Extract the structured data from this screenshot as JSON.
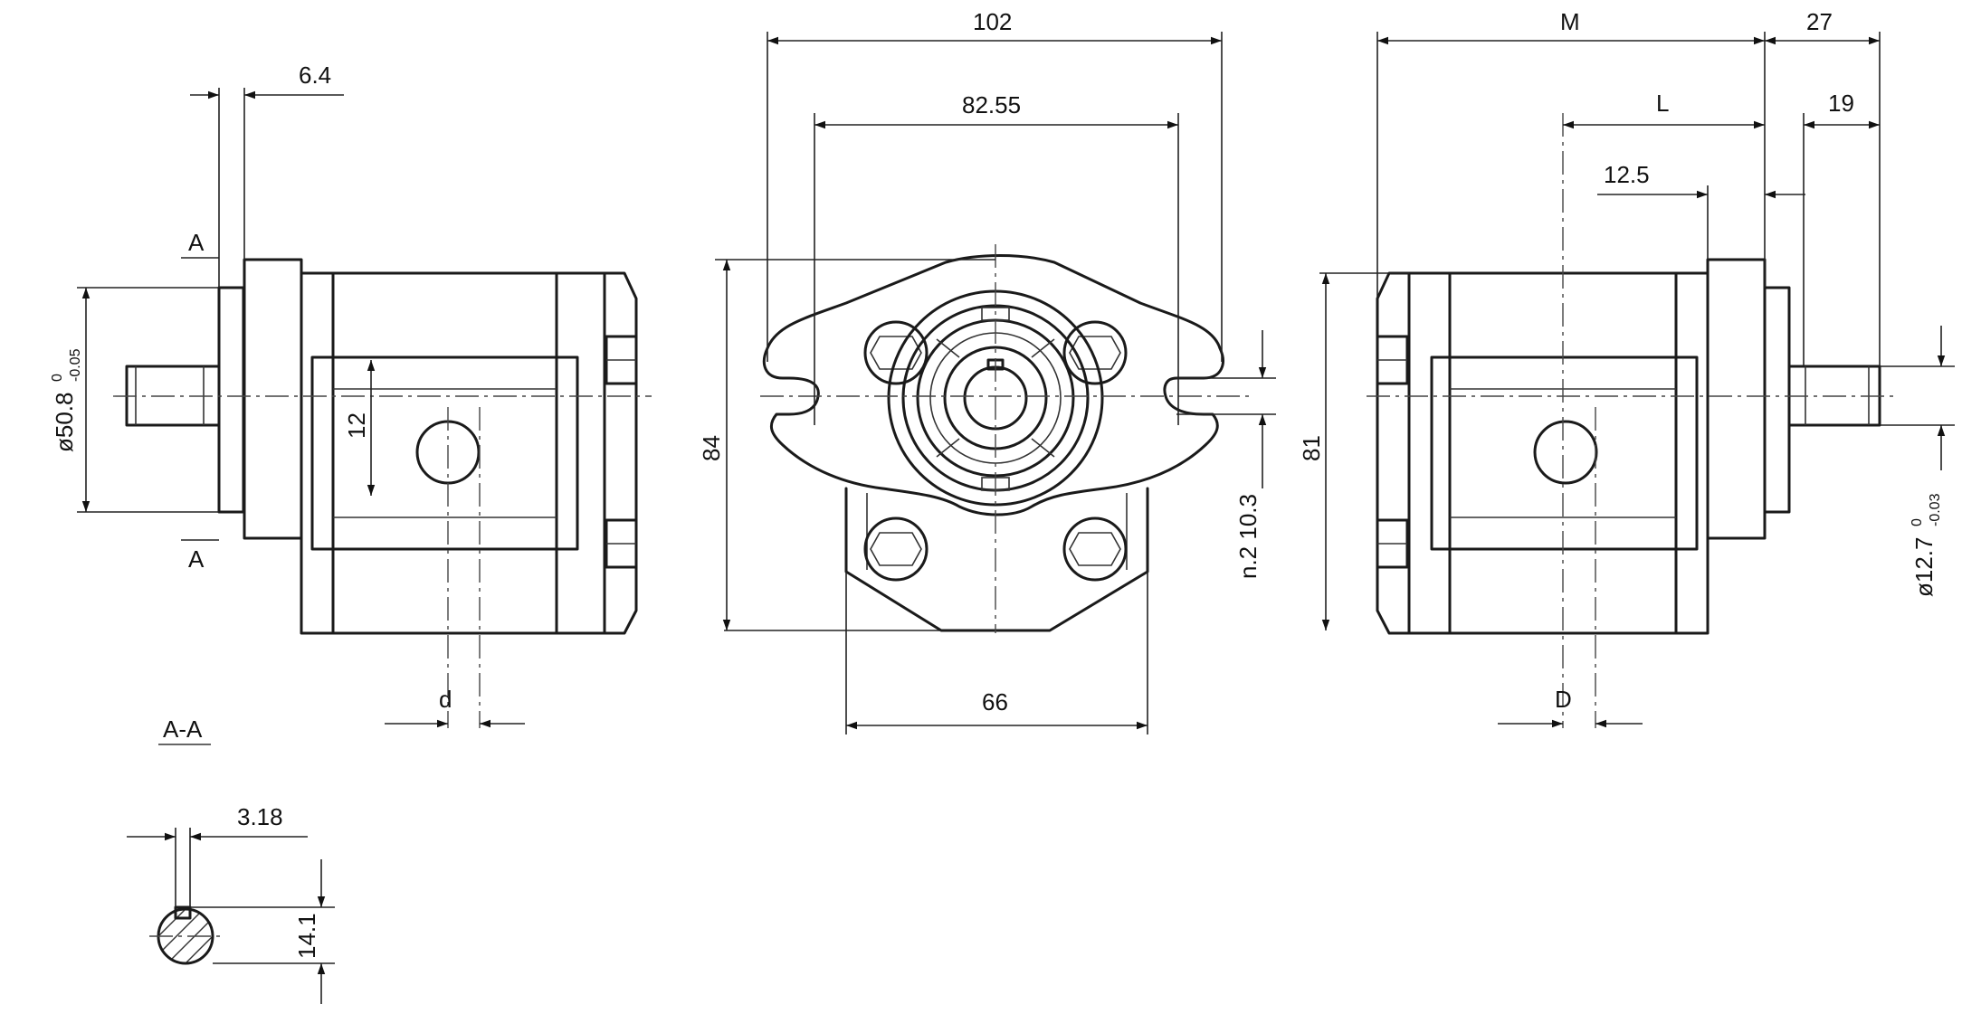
{
  "colors": {
    "line": "#1a1a1a",
    "background": "#ffffff"
  },
  "labels": {
    "dim_6_4": "6.4",
    "section_mark_top": "A",
    "section_mark_bottom": "A",
    "dia_50_8": "ø50.8",
    "dia_50_8_tol": "-0.05",
    "dia_50_8_tol_up": "0",
    "dim_12": "12",
    "dim_d": "d",
    "section_title": "A-A",
    "dim_3_18": "3.18",
    "dim_14_1": "14.1",
    "dim_102": "102",
    "dim_82_55": "82.55",
    "dim_84": "84",
    "dim_slot": "n.2 10.3",
    "dim_66": "66",
    "dim_M": "M",
    "dim_27": "27",
    "dim_L": "L",
    "dim_19": "19",
    "dim_12_5": "12.5",
    "dim_81": "81",
    "dim_D": "D",
    "dia_12_7": "ø12.7",
    "dia_12_7_tol": "-0.03",
    "dia_12_7_tol_up": "0"
  }
}
